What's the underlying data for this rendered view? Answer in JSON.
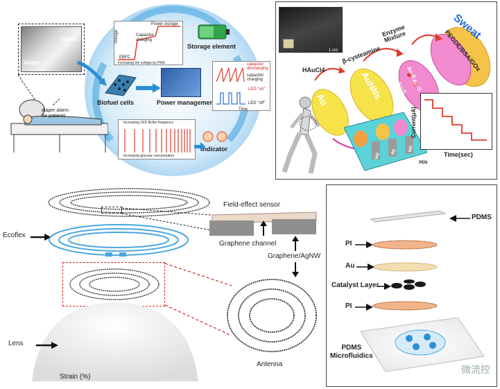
{
  "panel_a": {
    "ebfcs": "EBFCs",
    "diaper": "diaper",
    "diaper_alarm": "diaper alarm\nfor patients",
    "biofuel_cells": "Biofuel cells",
    "power_management": "Power management",
    "storage_element": "Storage element",
    "indicator": "Indicator",
    "chart_voltage_ylabel": "Voltage",
    "chart_power_storage": "Power storage",
    "chart_capacitor_charging": "Capacitor\ncharging",
    "chart_ebfc": "EBFC",
    "chart_increasing_voltage": "Increasing the voltage by PMS",
    "chart_capacitor_discharging": "capacitor\ndischarging",
    "chart_capacitor_charging2": "capacitor\ncharging",
    "chart_led_on": "LED \"on\"",
    "chart_led_off": "LED \"off\"",
    "chart_time": "Time",
    "chart_led_flicker": "Increasing LED flicker frequency",
    "chart_glucose": "Increasing glucose concentration"
  },
  "panel_b": {
    "haucl4": "HAuCl4",
    "cysteamine": "β-cysteamine",
    "enzyme_mixture": "Enzyme\nMixture",
    "sweat": "Sweat",
    "pegde": "PEGDE/BSA/GOx",
    "au": "Au",
    "aunns": "AuNNs",
    "aus1": "Au-S",
    "aus2": "Au-S",
    "aus3": "Au-S",
    "scale": "1 cm",
    "current_label": "Current(μA)",
    "time_label": "Time(sec)",
    "we1": "WE",
    "re": "RE",
    "we2": "WE",
    "pen": "PEN"
  },
  "panel_c": {
    "field_effect": "Field-effect sensor",
    "graphene_channel": "Graphene channel",
    "graphene_agnw": "Graphene/AgNW",
    "ecoflex": "Ecoflex",
    "lens": "Lens",
    "strain": "Strain (%)",
    "antenna": "Antenna"
  },
  "panel_d": {
    "pdms": "PDMS",
    "pi1": "PI",
    "au": "Au",
    "catalyst": "Catalyst Layer",
    "pi2": "PI",
    "pdms_micro": "PDMS\nMicrofluidics"
  },
  "watermark": "微流控",
  "colors": {
    "accent_blue": "#2a8fd6",
    "red": "#d32020",
    "panel_b_bg": "#ffffff",
    "sweat_blue": "#2a6fd6"
  }
}
